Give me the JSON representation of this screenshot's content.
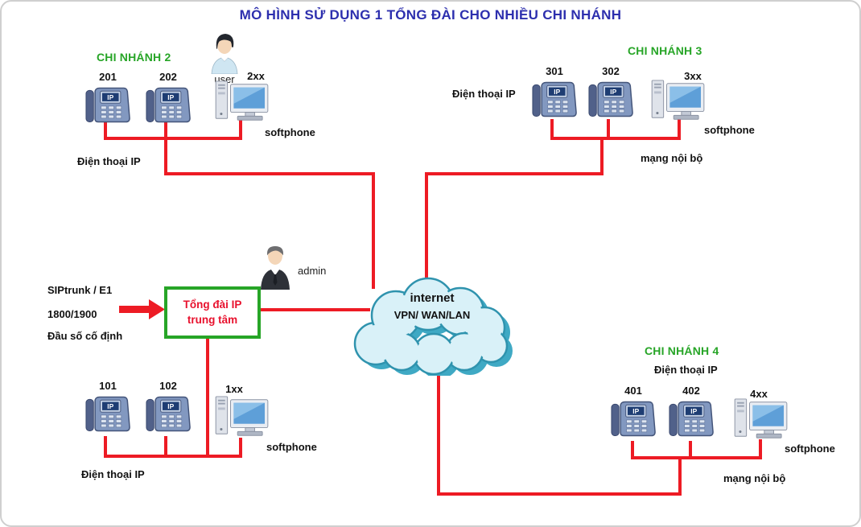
{
  "title": "MÔ HÌNH SỬ DỤNG 1 TỔNG ĐÀI CHO NHIỀU CHI NHÁNH",
  "phone_screen": "IP",
  "colors": {
    "title": "#2d2fae",
    "branch_heading": "#27a527",
    "wire": "#ed1b24",
    "pbx_border": "#27a527",
    "pbx_text": "#e8112d"
  },
  "trunk": {
    "line1": "SIPtrunk / E1",
    "line2": "1800/1900",
    "line3": "Đầu số cố định"
  },
  "pbx": {
    "line1": "Tổng đài IP",
    "line2": "trung tâm",
    "admin": "admin"
  },
  "cloud": {
    "line1": "internet",
    "line2": "VPN/ WAN/LAN"
  },
  "branch2": {
    "heading": "CHI NHÁNH 2",
    "phone1": "201",
    "phone2": "202",
    "user": "user",
    "softphone_ext": "2xx",
    "softphone": "softphone",
    "device_label": "Điện thoại IP"
  },
  "branch3": {
    "heading": "CHI NHÁNH 3",
    "device_label": "Điện thoại IP",
    "phone1": "301",
    "phone2": "302",
    "softphone_ext": "3xx",
    "softphone": "softphone",
    "network": "mạng nội bộ"
  },
  "branch1": {
    "phone1": "101",
    "phone2": "102",
    "softphone_ext": "1xx",
    "softphone": "softphone",
    "device_label": "Điện thoại IP"
  },
  "branch4": {
    "heading": "CHI NHÁNH 4",
    "device_label": "Điện thoại IP",
    "phone1": "401",
    "phone2": "402",
    "softphone_ext": "4xx",
    "softphone": "softphone",
    "network": "mạng nội bộ"
  }
}
